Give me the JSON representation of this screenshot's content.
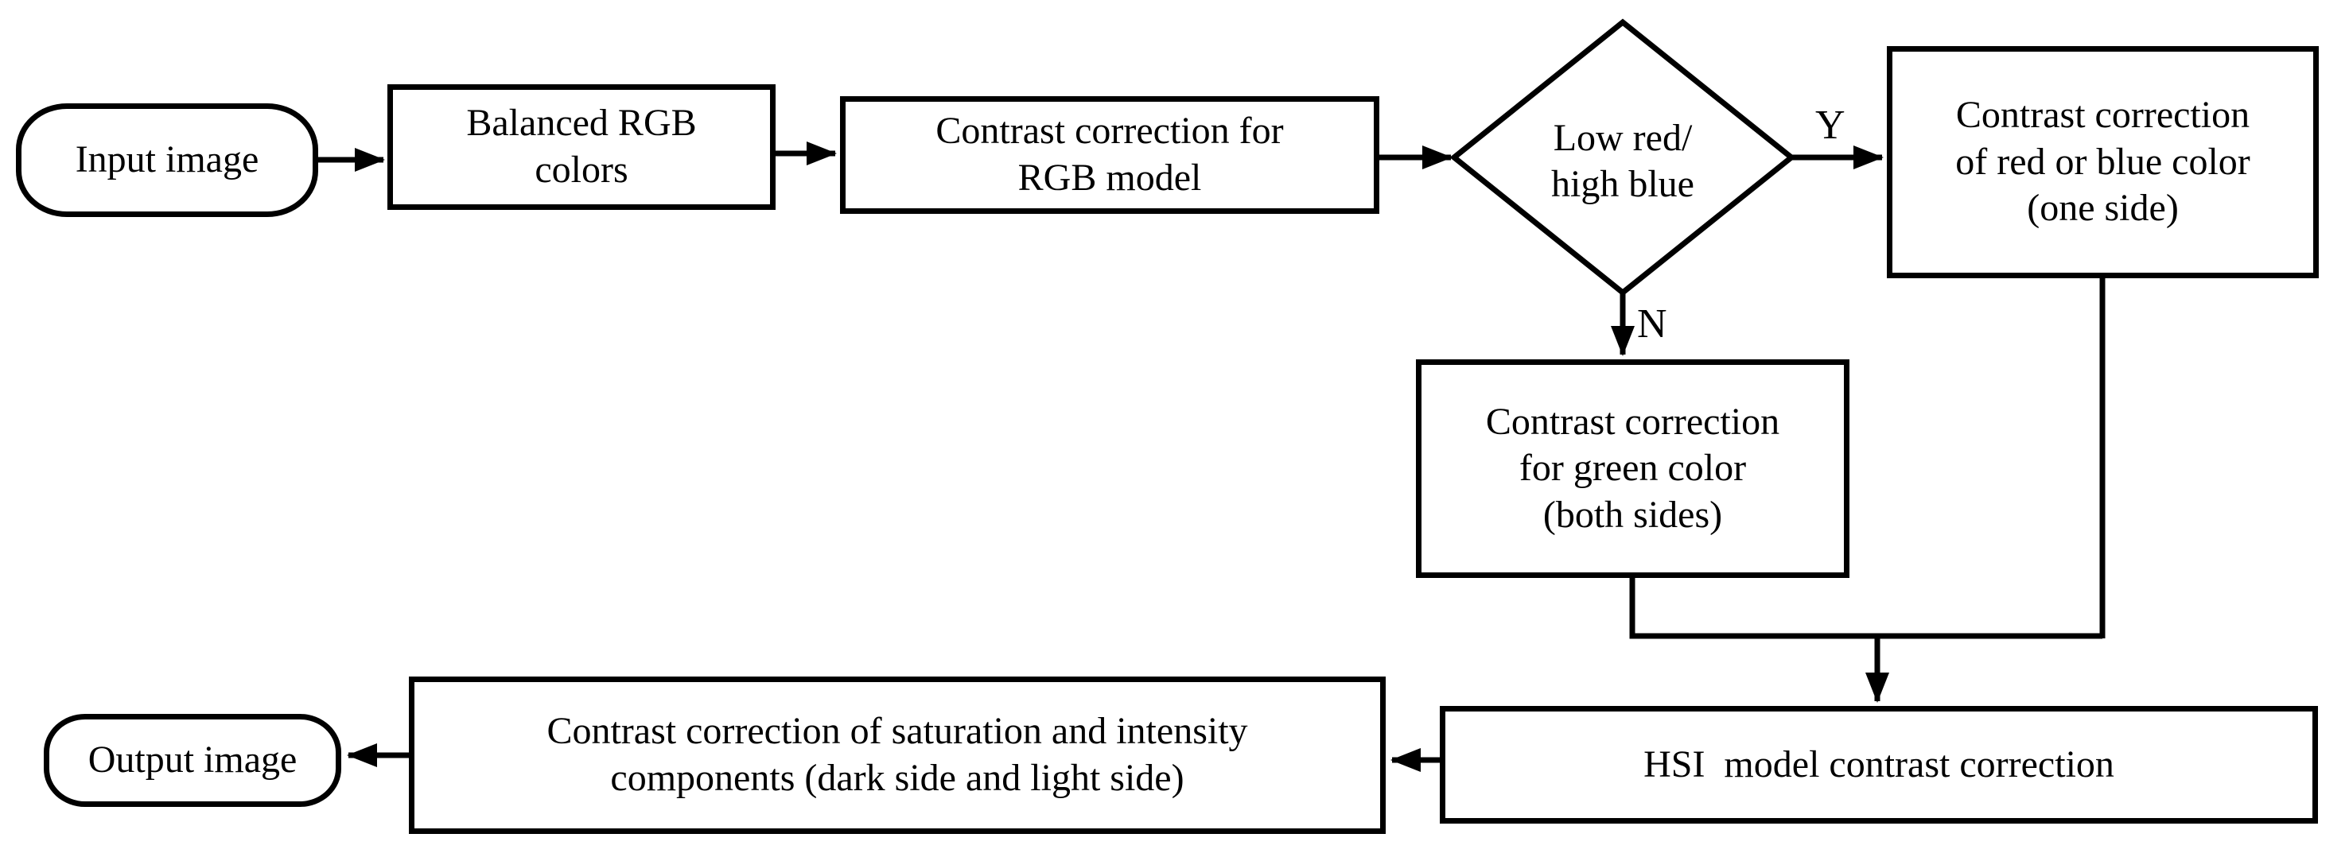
{
  "diagram": {
    "background_color": "#ffffff",
    "line_color": "#000000",
    "text_color": "#000000",
    "nodes": {
      "input": {
        "type": "terminator",
        "label": "Input image"
      },
      "balanced_rgb": {
        "type": "process",
        "label": "Balanced RGB\ncolors"
      },
      "rgb_contrast": {
        "type": "process",
        "label": "Contrast correction for\nRGB model"
      },
      "decision": {
        "type": "decision",
        "label": "Low red/\nhigh blue"
      },
      "red_blue": {
        "type": "process",
        "label": "Contrast correction\nof red or blue color\n(one side)"
      },
      "green": {
        "type": "process",
        "label": "Contrast correction\nfor green color\n(both sides)"
      },
      "hsi": {
        "type": "process",
        "label": "HSI  model contrast correction"
      },
      "saturation_intensity": {
        "type": "process",
        "label": "Contrast correction of saturation and intensity\ncomponents (dark side and light side)"
      },
      "output": {
        "type": "terminator",
        "label": "Output image"
      }
    },
    "edge_labels": {
      "yes": "Y",
      "no": "N"
    }
  }
}
